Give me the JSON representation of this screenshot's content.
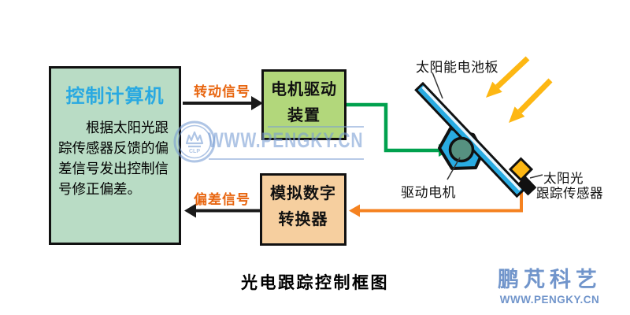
{
  "caption": "光电跟踪控制框图",
  "computer_box": {
    "title": "控制计算机",
    "body_lines": [
      "根据太阳光跟",
      "踪传感器反馈的偏",
      "差信号发出控制信",
      "号修正偏差。"
    ]
  },
  "motor_drive_box": {
    "line1": "电机驱动",
    "line2": "装置"
  },
  "adc_box": {
    "line1": "模拟数字",
    "line2": "转换器"
  },
  "signals": {
    "rotation": "转动信号",
    "deviation": "偏差信号"
  },
  "illustration": {
    "panel_label": "太阳能电池板",
    "motor_label": "驱动电机",
    "sensor_label_line1": "太阳光",
    "sensor_label_line2": "跟踪传感器"
  },
  "watermark": {
    "text": "WWW.PENGKY.CN"
  },
  "brand": {
    "name": "鹏芃科艺",
    "url": "WWW.PENGKY.CN"
  },
  "colors": {
    "computer_box_fill": "#b9dcc5",
    "computer_title_blue": "#29a9e1",
    "motor_box_fill": "#b2d77b",
    "adc_box_fill": "#f6cf9f",
    "signal_label_orange": "#e8650f",
    "drive_line_green": "#00a14e",
    "feedback_line_orange": "#f58220",
    "sun_yellow": "#fdb713",
    "panel_blue": "#29abe2",
    "motor_teal": "#569180",
    "watermark_blue": "#7b9fd4",
    "brand_blue": "#7195cb",
    "outline_black": "#111111"
  }
}
